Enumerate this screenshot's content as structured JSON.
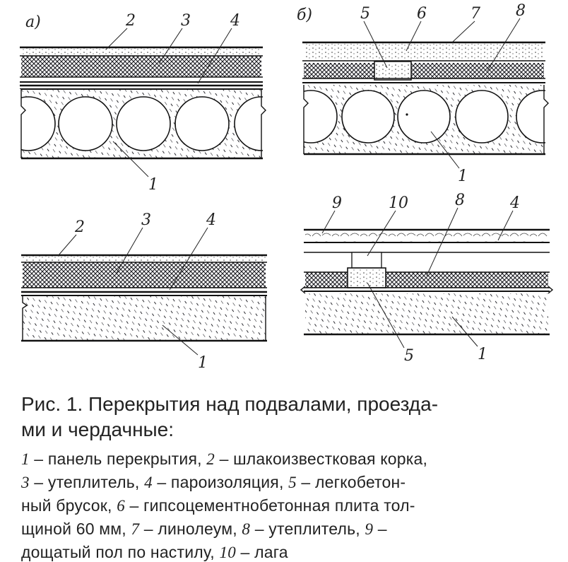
{
  "figure": {
    "panel_a_label": "а)",
    "panel_b_label": "б)",
    "callouts": {
      "a_top": [
        "2",
        "3",
        "4",
        "1"
      ],
      "b_top": [
        "5",
        "6",
        "7",
        "8",
        "1"
      ],
      "a_bottom": [
        "2",
        "3",
        "4",
        "1"
      ],
      "b_bottom": [
        "9",
        "10",
        "8",
        "4",
        "5",
        "1"
      ]
    }
  },
  "caption": {
    "title_line1": "Рис.   1.  Перекрытия над подвалами, проезда-",
    "title_line2": "ми  и  чердачные:",
    "legend_lines": [
      [
        {
          "n": "1",
          "t": " – панель перекрытия, "
        },
        {
          "n": "2",
          "t": " – шлакоизвестковая корка,"
        }
      ],
      [
        {
          "n": "3",
          "t": " – утеплитель,  "
        },
        {
          "n": "4",
          "t": " – пароизоляция,   "
        },
        {
          "n": "5",
          "t": " – легкобетон-"
        }
      ],
      [
        {
          "n": "",
          "t": "ный брусок, "
        },
        {
          "n": "6",
          "t": " – гипсоцементнобетонная плита тол-"
        }
      ],
      [
        {
          "n": "",
          "t": "щиной  60  мм,  "
        },
        {
          "n": "7",
          "t": " – линолеум,  "
        },
        {
          "n": "8",
          "t": " – утеплитель,  "
        },
        {
          "n": "9",
          "t": " –"
        }
      ],
      [
        {
          "n": "",
          "t": "дощатый  пол  по  настилу,  "
        },
        {
          "n": "10",
          "t": " – лага"
        }
      ]
    ]
  }
}
